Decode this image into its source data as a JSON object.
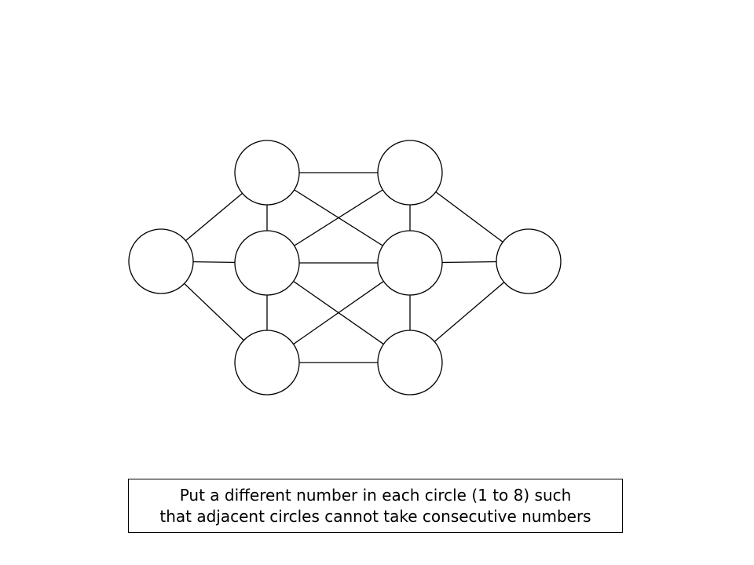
{
  "puzzle": {
    "caption_line1": "Put a different number in each circle (1 to 8)  such",
    "caption_line2": "that adjacent circles cannot take consecutive numbers",
    "nodes": [
      "top-left",
      "top-right",
      "far-left",
      "center-left",
      "center-right",
      "far-right",
      "bottom-left",
      "bottom-right"
    ],
    "edges": [
      [
        "top-left",
        "top-right"
      ],
      [
        "top-left",
        "far-left"
      ],
      [
        "top-left",
        "center-left"
      ],
      [
        "top-left",
        "center-right"
      ],
      [
        "top-right",
        "center-left"
      ],
      [
        "top-right",
        "center-right"
      ],
      [
        "top-right",
        "far-right"
      ],
      [
        "far-left",
        "center-left"
      ],
      [
        "center-left",
        "center-right"
      ],
      [
        "center-right",
        "far-right"
      ],
      [
        "far-left",
        "bottom-left"
      ],
      [
        "center-left",
        "bottom-left"
      ],
      [
        "center-left",
        "bottom-right"
      ],
      [
        "center-right",
        "bottom-left"
      ],
      [
        "center-right",
        "bottom-right"
      ],
      [
        "far-right",
        "bottom-right"
      ],
      [
        "bottom-left",
        "bottom-right"
      ]
    ],
    "colors": {
      "stroke": "#000000",
      "fill": "#ffffff"
    }
  }
}
